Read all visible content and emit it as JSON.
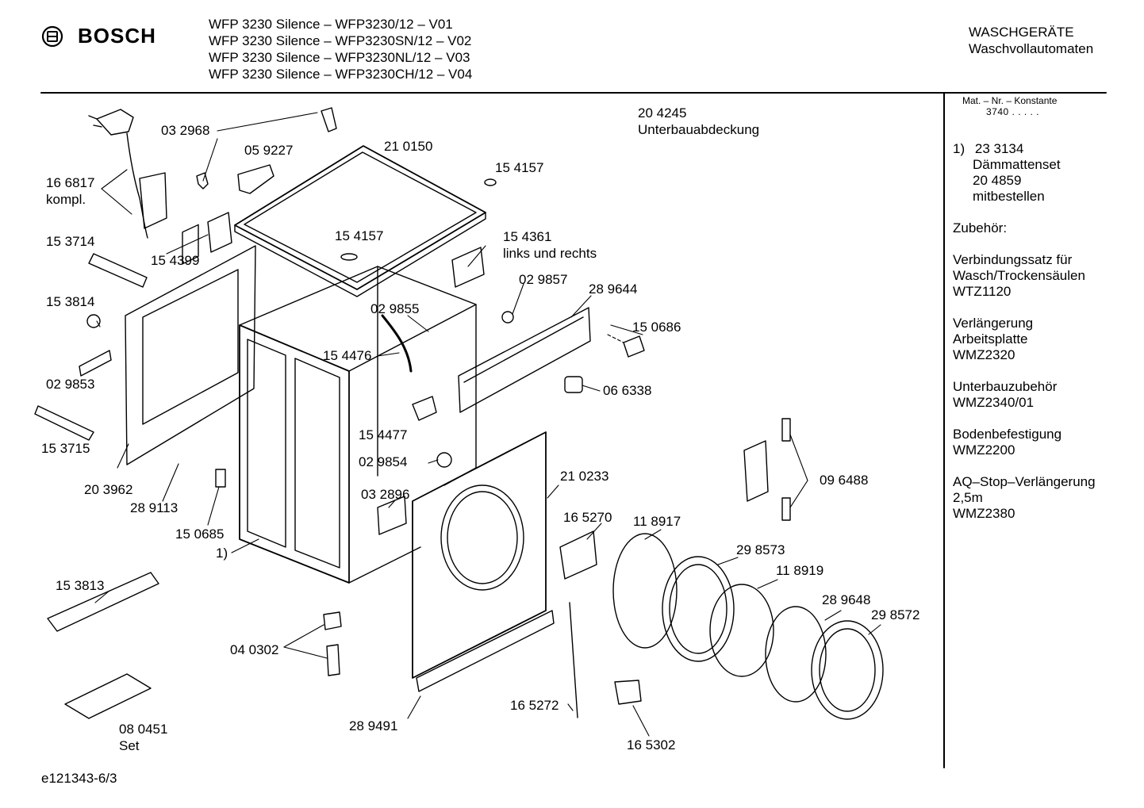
{
  "header": {
    "brand": "BOSCH",
    "models": [
      "WFP 3230 Silence – WFP3230/12 – V01",
      "WFP 3230 Silence – WFP3230SN/12 – V02",
      "WFP 3230 Silence – WFP3230NL/12 – V03",
      "WFP 3230 Silence – WFP3230CH/12 – V04"
    ],
    "category_line1": "WASCHGERÄTE",
    "category_line2": "Waschvollautomaten"
  },
  "sidebar": {
    "mat_label": "Mat. – Nr. – Konstante",
    "mat_value": "3740  .  .  .  .  .",
    "note_marker": "1)",
    "note_lines": [
      "23 3134",
      "Dämmattenset",
      "20 4859",
      "mitbestellen"
    ],
    "accessories_title": "Zubehör:",
    "accessories": [
      [
        "Verbindungssatz für",
        "Wasch/Trockensäulen",
        "WTZ1120"
      ],
      [
        "Verlängerung",
        "Arbeitsplatte",
        "WMZ2320"
      ],
      [
        "Unterbauzubehör",
        "WMZ2340/01"
      ],
      [
        "Bodenbefestigung",
        "WMZ2200"
      ],
      [
        "AQ–Stop–Verlängerung",
        "2,5m",
        "WMZ2380"
      ]
    ]
  },
  "footer": {
    "code": "e121343-6/3"
  },
  "labels": {
    "l_166817": "16 6817",
    "l_kompl": "kompl.",
    "l_032968": "03 2968",
    "l_059227": "05 9227",
    "l_210150": "21 0150",
    "l_204245": "20 4245",
    "l_unterbau": "Unterbauabdeckung",
    "l_154157a": "15 4157",
    "l_154157b": "15 4157",
    "l_154361": "15 4361",
    "l_links": "links und rechts",
    "l_153714": "15 3714",
    "l_154399": "15 4399",
    "l_029857": "02 9857",
    "l_289644": "28 9644",
    "l_153814": "15 3814",
    "l_029855": "02 9855",
    "l_150686": "15 0686",
    "l_154476": "15 4476",
    "l_066338": "06 6338",
    "l_029853": "02 9853",
    "l_154477": "15 4477",
    "l_153715": "15 3715",
    "l_029854": "02 9854",
    "l_210233": "21 0233",
    "l_096488": "09 6488",
    "l_203962": "20 3962",
    "l_289113": "28 9113",
    "l_032896": "03 2896",
    "l_165270": "16 5270",
    "l_118917": "11 8917",
    "l_150685": "15 0685",
    "l_note1": "1)",
    "l_298573": "29 8573",
    "l_118919": "11 8919",
    "l_153813": "15 3813",
    "l_289648": "28 9648",
    "l_298572": "29 8572",
    "l_040302": "04 0302",
    "l_080451": "08 0451",
    "l_set": "Set",
    "l_289491": "28 9491",
    "l_165272": "16 5272",
    "l_165302": "16 5302"
  }
}
